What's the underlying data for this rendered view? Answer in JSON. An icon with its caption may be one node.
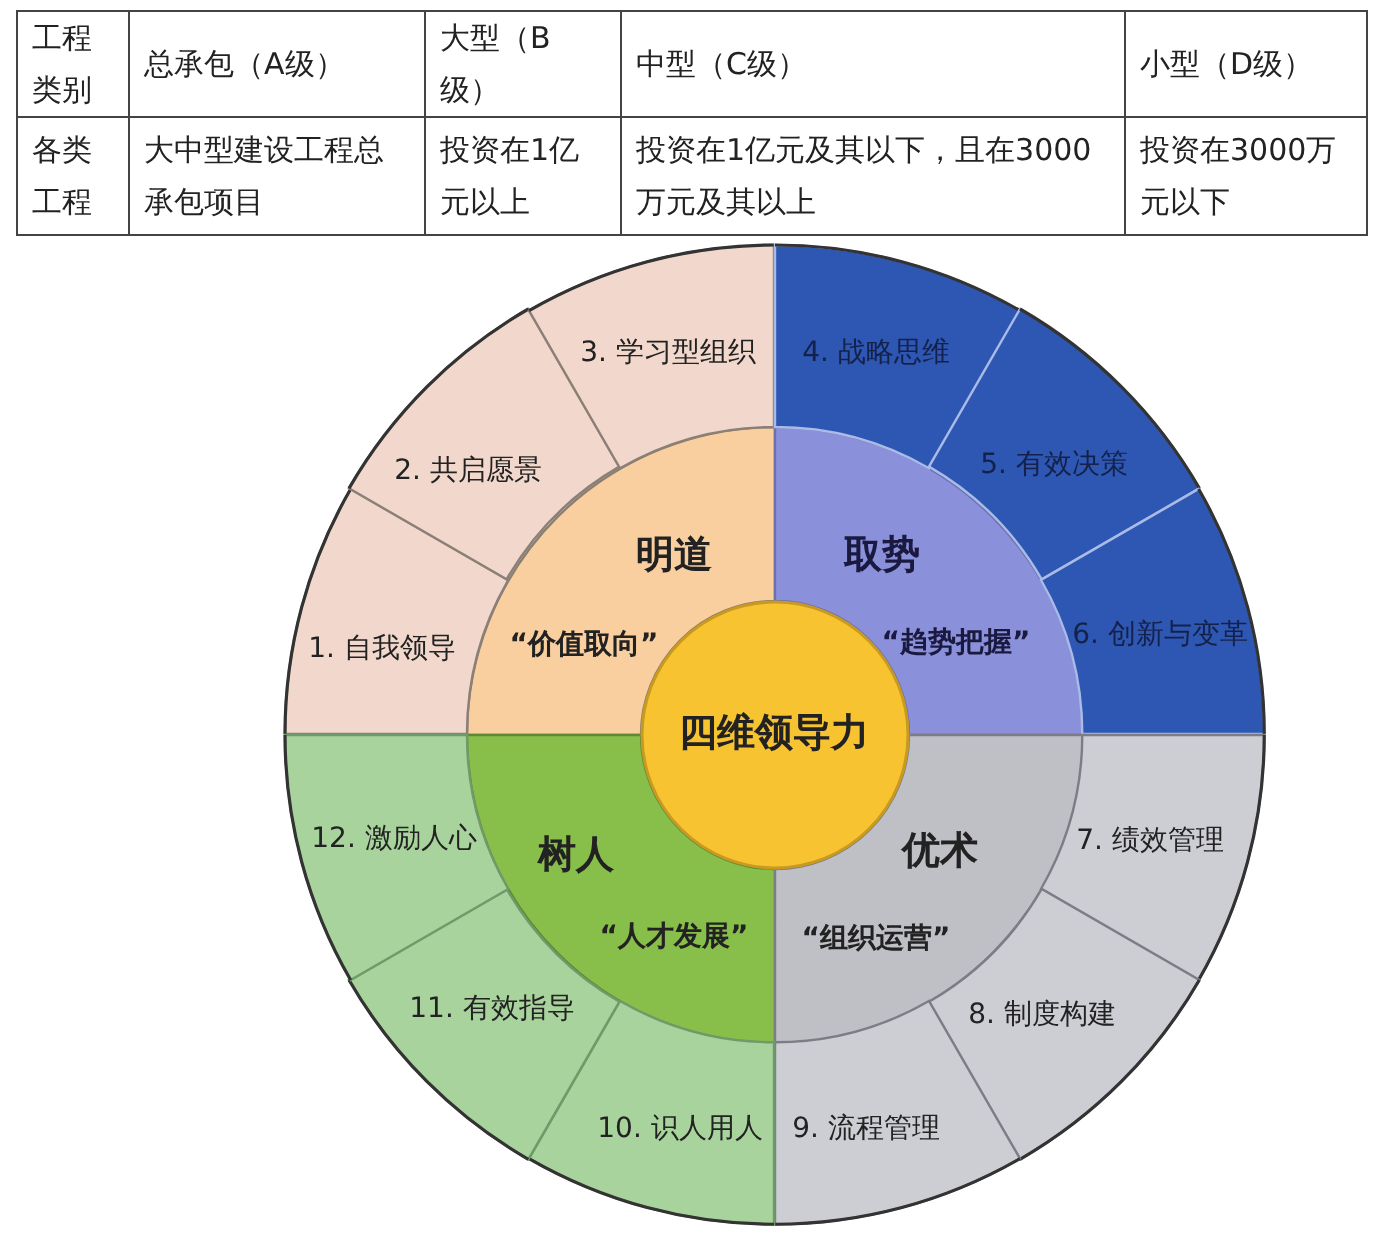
{
  "diagram": {
    "nodes": [
      {
        "text": [
          "四维领导力"
        ]
      },
      {
        "text": [
          "明道",
          "“价值取向”"
        ]
      },
      {
        "text": [
          "取势",
          "“趋势把握”"
        ]
      },
      {
        "text": [
          "树人",
          "“人才发展”"
        ]
      },
      {
        "text": [
          "优术",
          "“组织运营”"
        ]
      },
      {
        "text": [
          "1. 自我领导"
        ]
      },
      {
        "text": [
          "2. 共启愿景"
        ]
      },
      {
        "text": [
          "3. 学习型组织"
        ]
      },
      {
        "text": [
          "4. 战略思维"
        ]
      },
      {
        "text": [
          "5. 有效决策"
        ]
      },
      {
        "text": [
          "6. 创新与变革"
        ]
      },
      {
        "text": [
          "7. 绩效管理"
        ]
      },
      {
        "text": [
          "8. 制度构建"
        ]
      },
      {
        "text": [
          "9. 流程管理"
        ]
      },
      {
        "text": [
          "10. 识人用人"
        ]
      },
      {
        "text": [
          "11. 有效指导"
        ]
      },
      {
        "text": [
          "12. 激励人心"
        ]
      }
    ],
    "labels": [
      "工程类别",
      "总承包（A级）",
      "大型（B级）",
      "中型（C级）",
      "小型（D级）",
      "各类工程",
      "大中型建设工程总承包项目",
      "投资在1亿元以上",
      "投资在1亿元及其以下，且在3000万元及其以上",
      "投资在3000万元以下"
    ]
  }
}
